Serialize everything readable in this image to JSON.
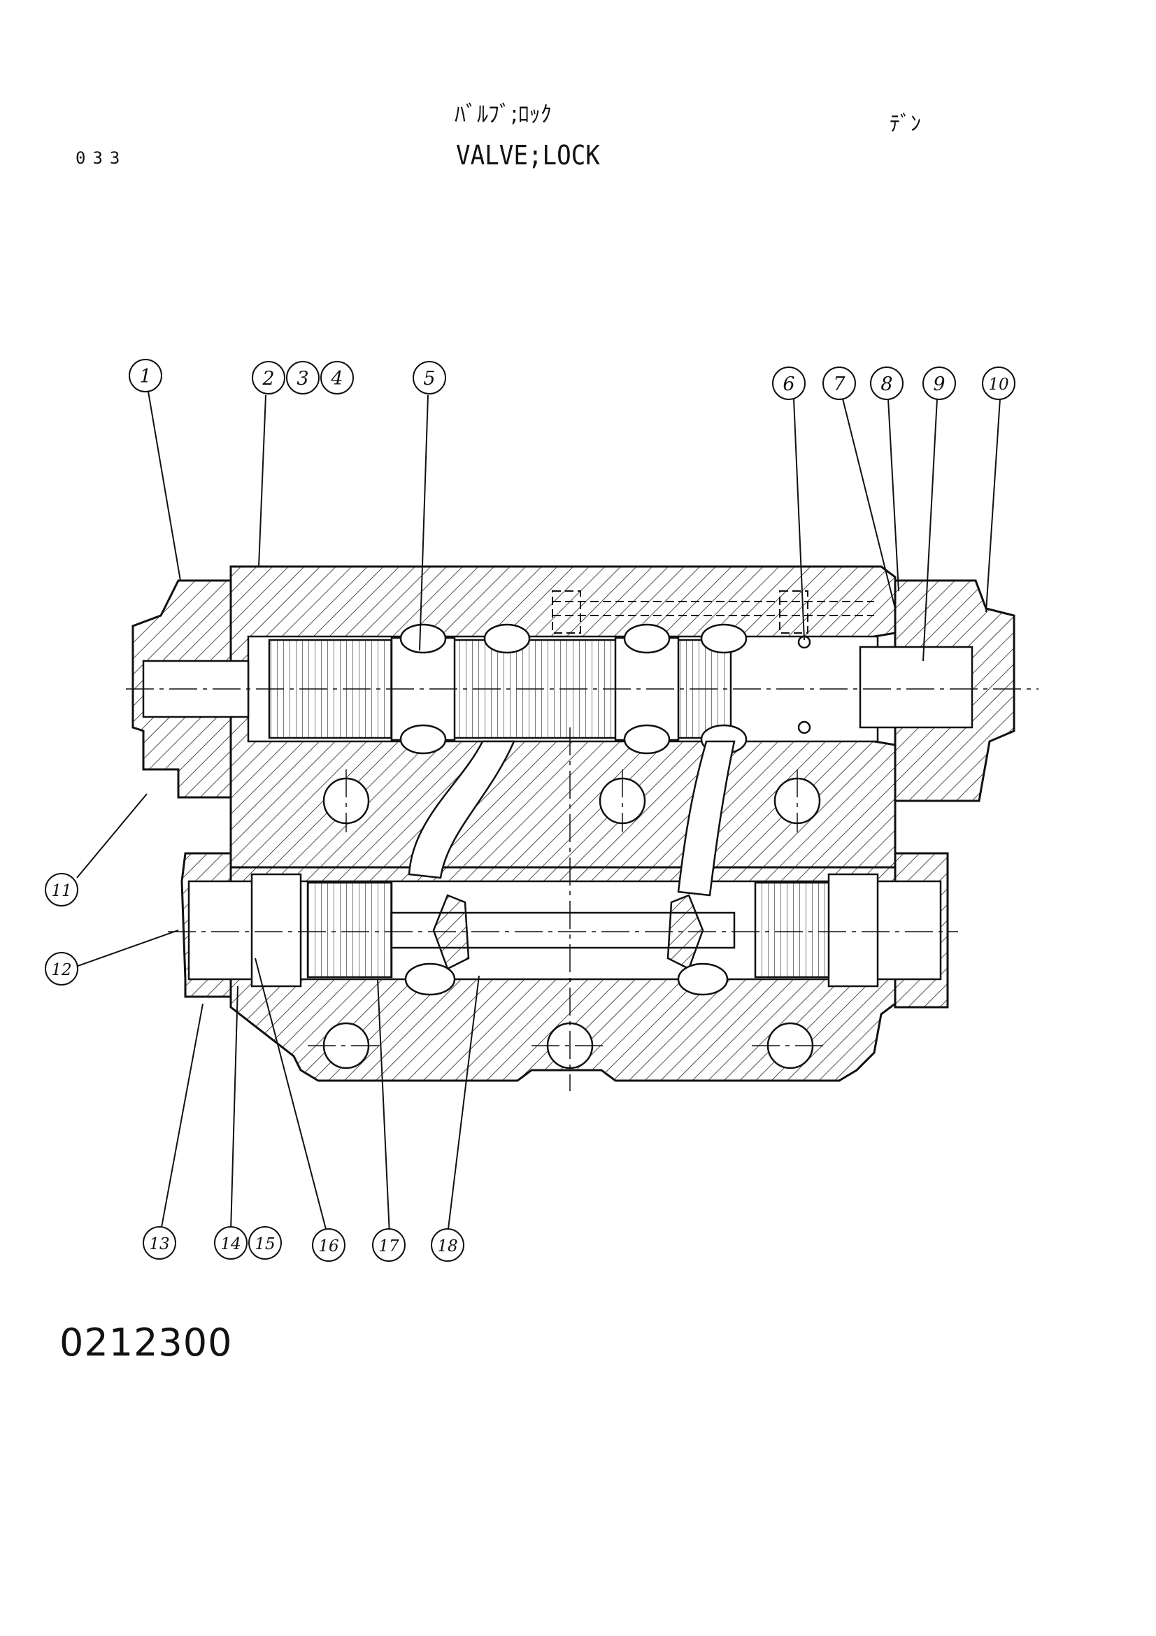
{
  "header": {
    "page_number": "033",
    "title_jp": "ﾊﾞﾙﾌﾞ;ﾛｯｸ",
    "title_en": "VALVE;LOCK",
    "corner_mark": "ﾃﾞﾝ"
  },
  "footer": {
    "drawing_number": "0212300"
  },
  "callouts": [
    "1",
    "2",
    "3",
    "4",
    "5",
    "6",
    "7",
    "8",
    "9",
    "10",
    "11",
    "12",
    "13",
    "14",
    "15",
    "16",
    "17",
    "18"
  ],
  "colors": {
    "line": "#111111",
    "paper": "#ffffff"
  }
}
